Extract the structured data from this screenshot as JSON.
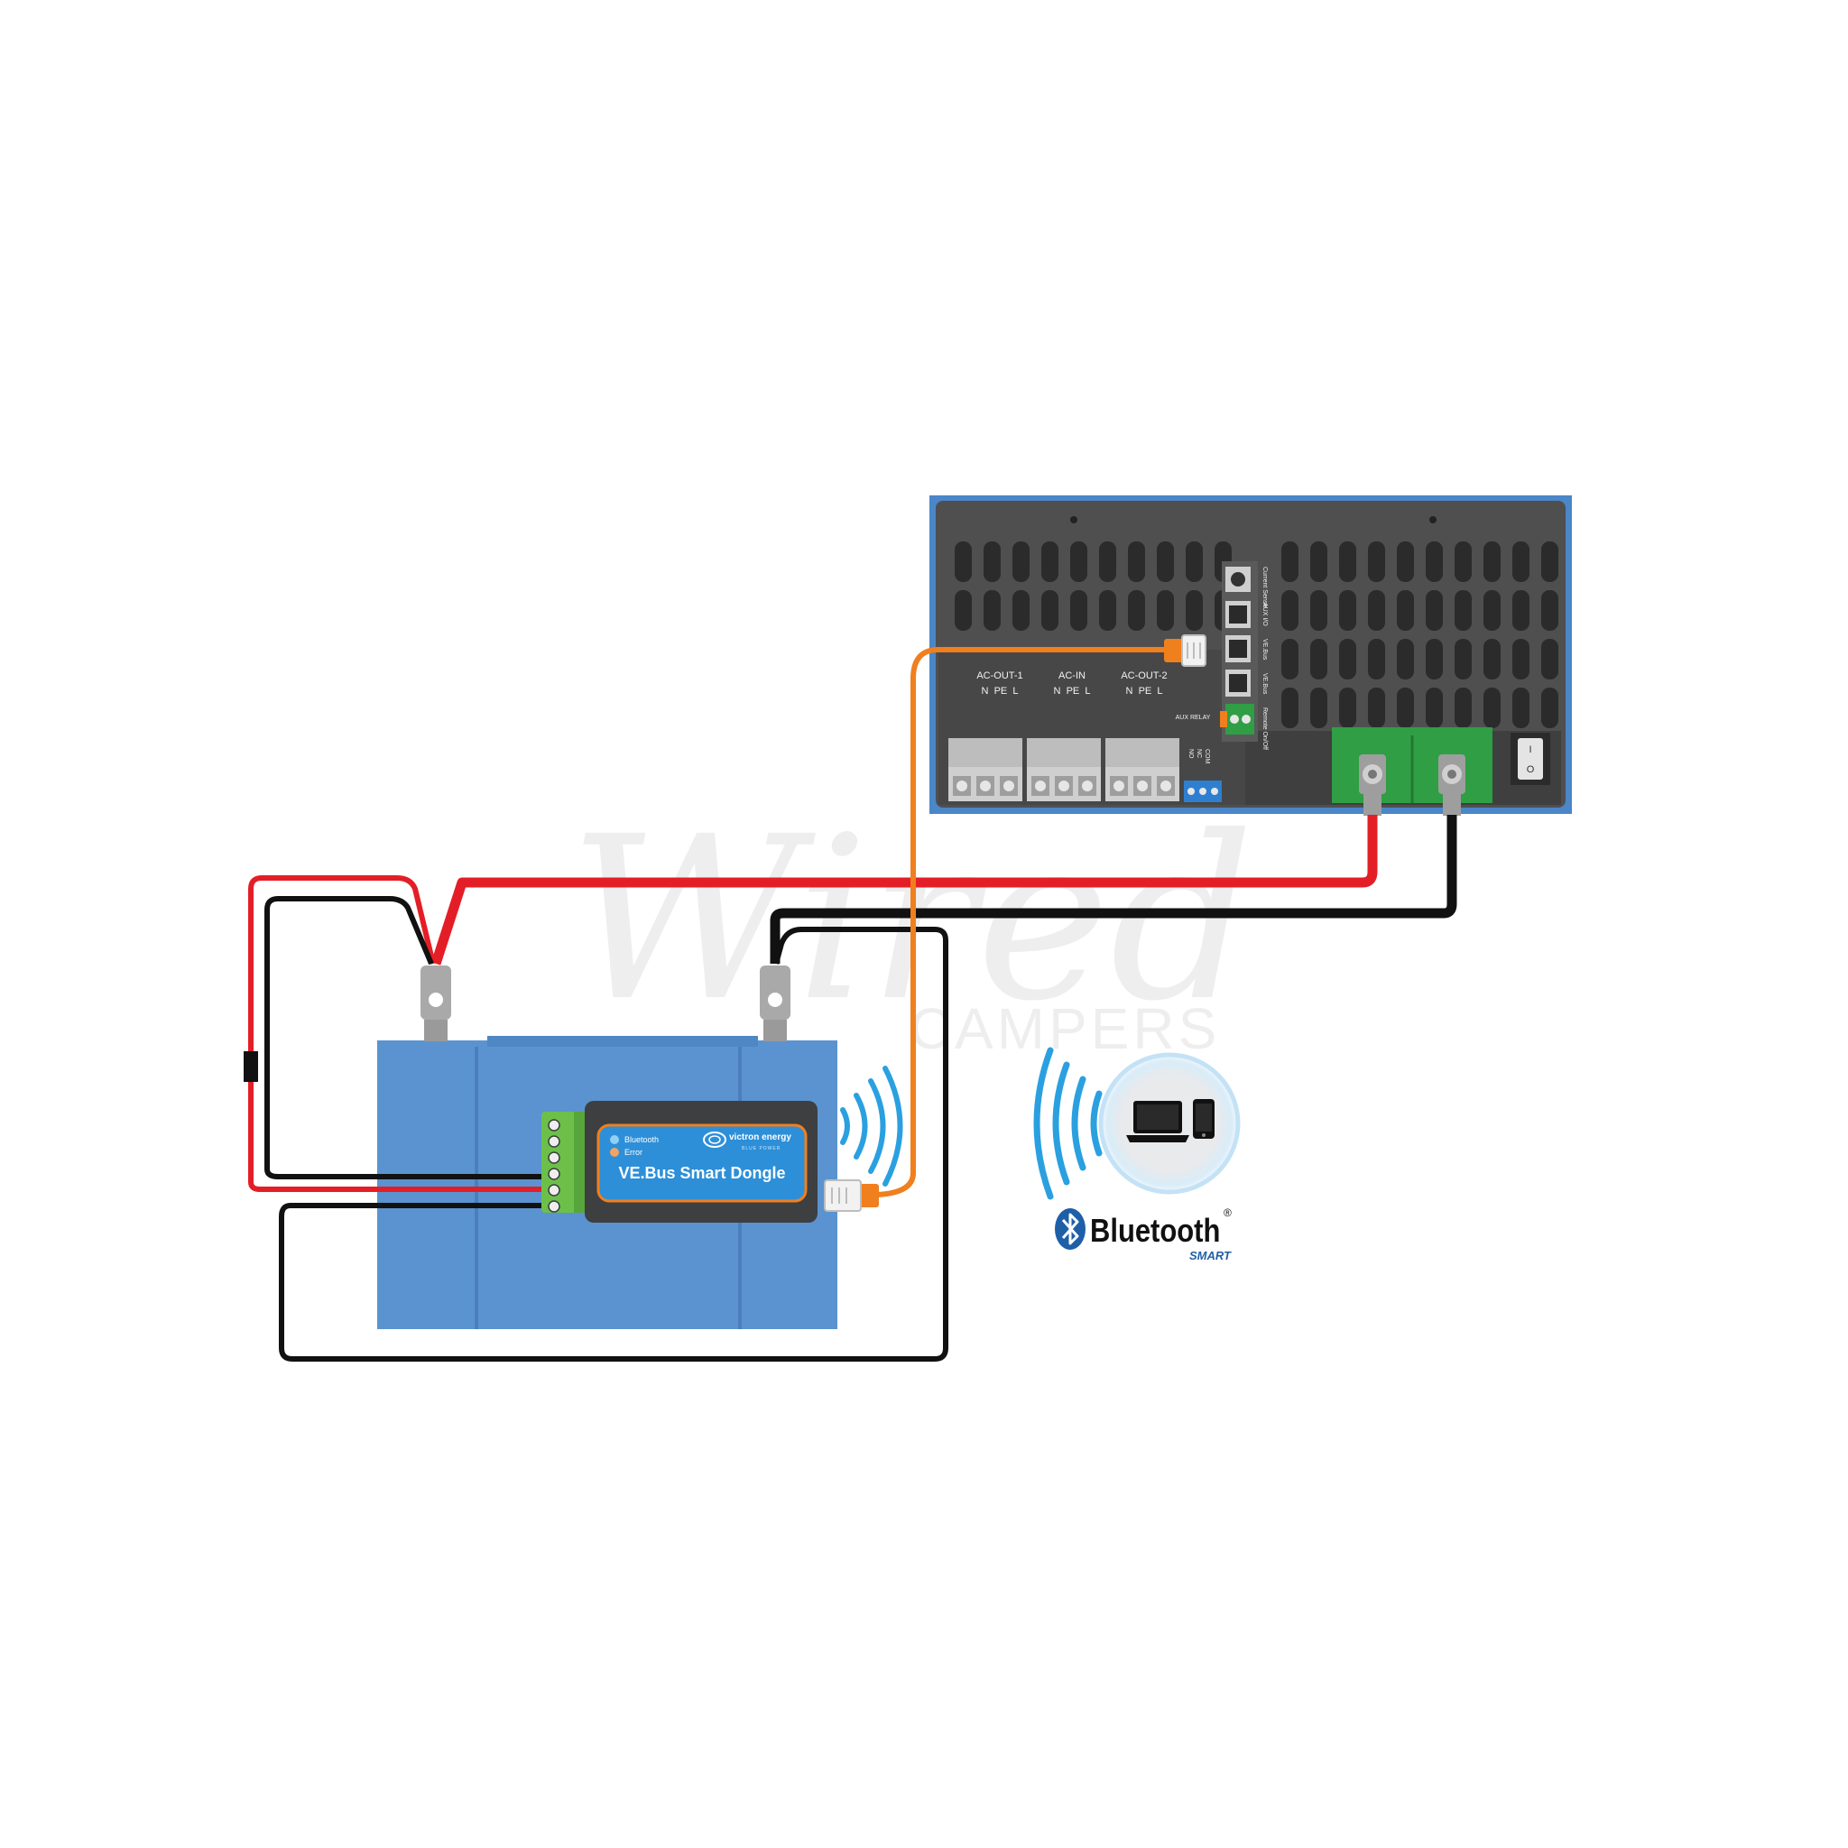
{
  "watermark": {
    "script_text": "Wired",
    "caption": "CAMPERS"
  },
  "inverter": {
    "terminal_groups": [
      {
        "title": "AC-OUT-1",
        "pins": "N  PE  L"
      },
      {
        "title": "AC-IN",
        "pins": "N  PE  L"
      },
      {
        "title": "AC-OUT-2",
        "pins": "N  PE  L"
      }
    ],
    "ports": [
      "Current Sense",
      "AUX I/O",
      "VE.Bus",
      "VE.Bus",
      "Remote On/Off"
    ],
    "aux_relay_label": "AUX RELAY",
    "relay_pins": [
      "NO",
      "NC",
      "COM"
    ],
    "switch_marks": [
      "I",
      "O"
    ]
  },
  "dongle": {
    "brand": "victron energy",
    "brand_tagline": "BLUE POWER",
    "led_bluetooth": "Bluetooth",
    "led_error": "Error",
    "title": "VE.Bus Smart Dongle"
  },
  "bluetooth_badge": {
    "word": "Bluetooth",
    "trademark": "®",
    "sub": "SMART"
  },
  "colors": {
    "positive_wire": "#e41e26",
    "negative_wire": "#111111",
    "ve_bus_cable": "#f07f1e",
    "battery": "#5b93d0",
    "inverter_frame": "#4a86c8",
    "inverter_body": "#4f4f4f",
    "dc_plate": "#2f9e44",
    "dongle_blue": "#2d8fd8",
    "wifi_arcs": "#2aa0e0"
  }
}
